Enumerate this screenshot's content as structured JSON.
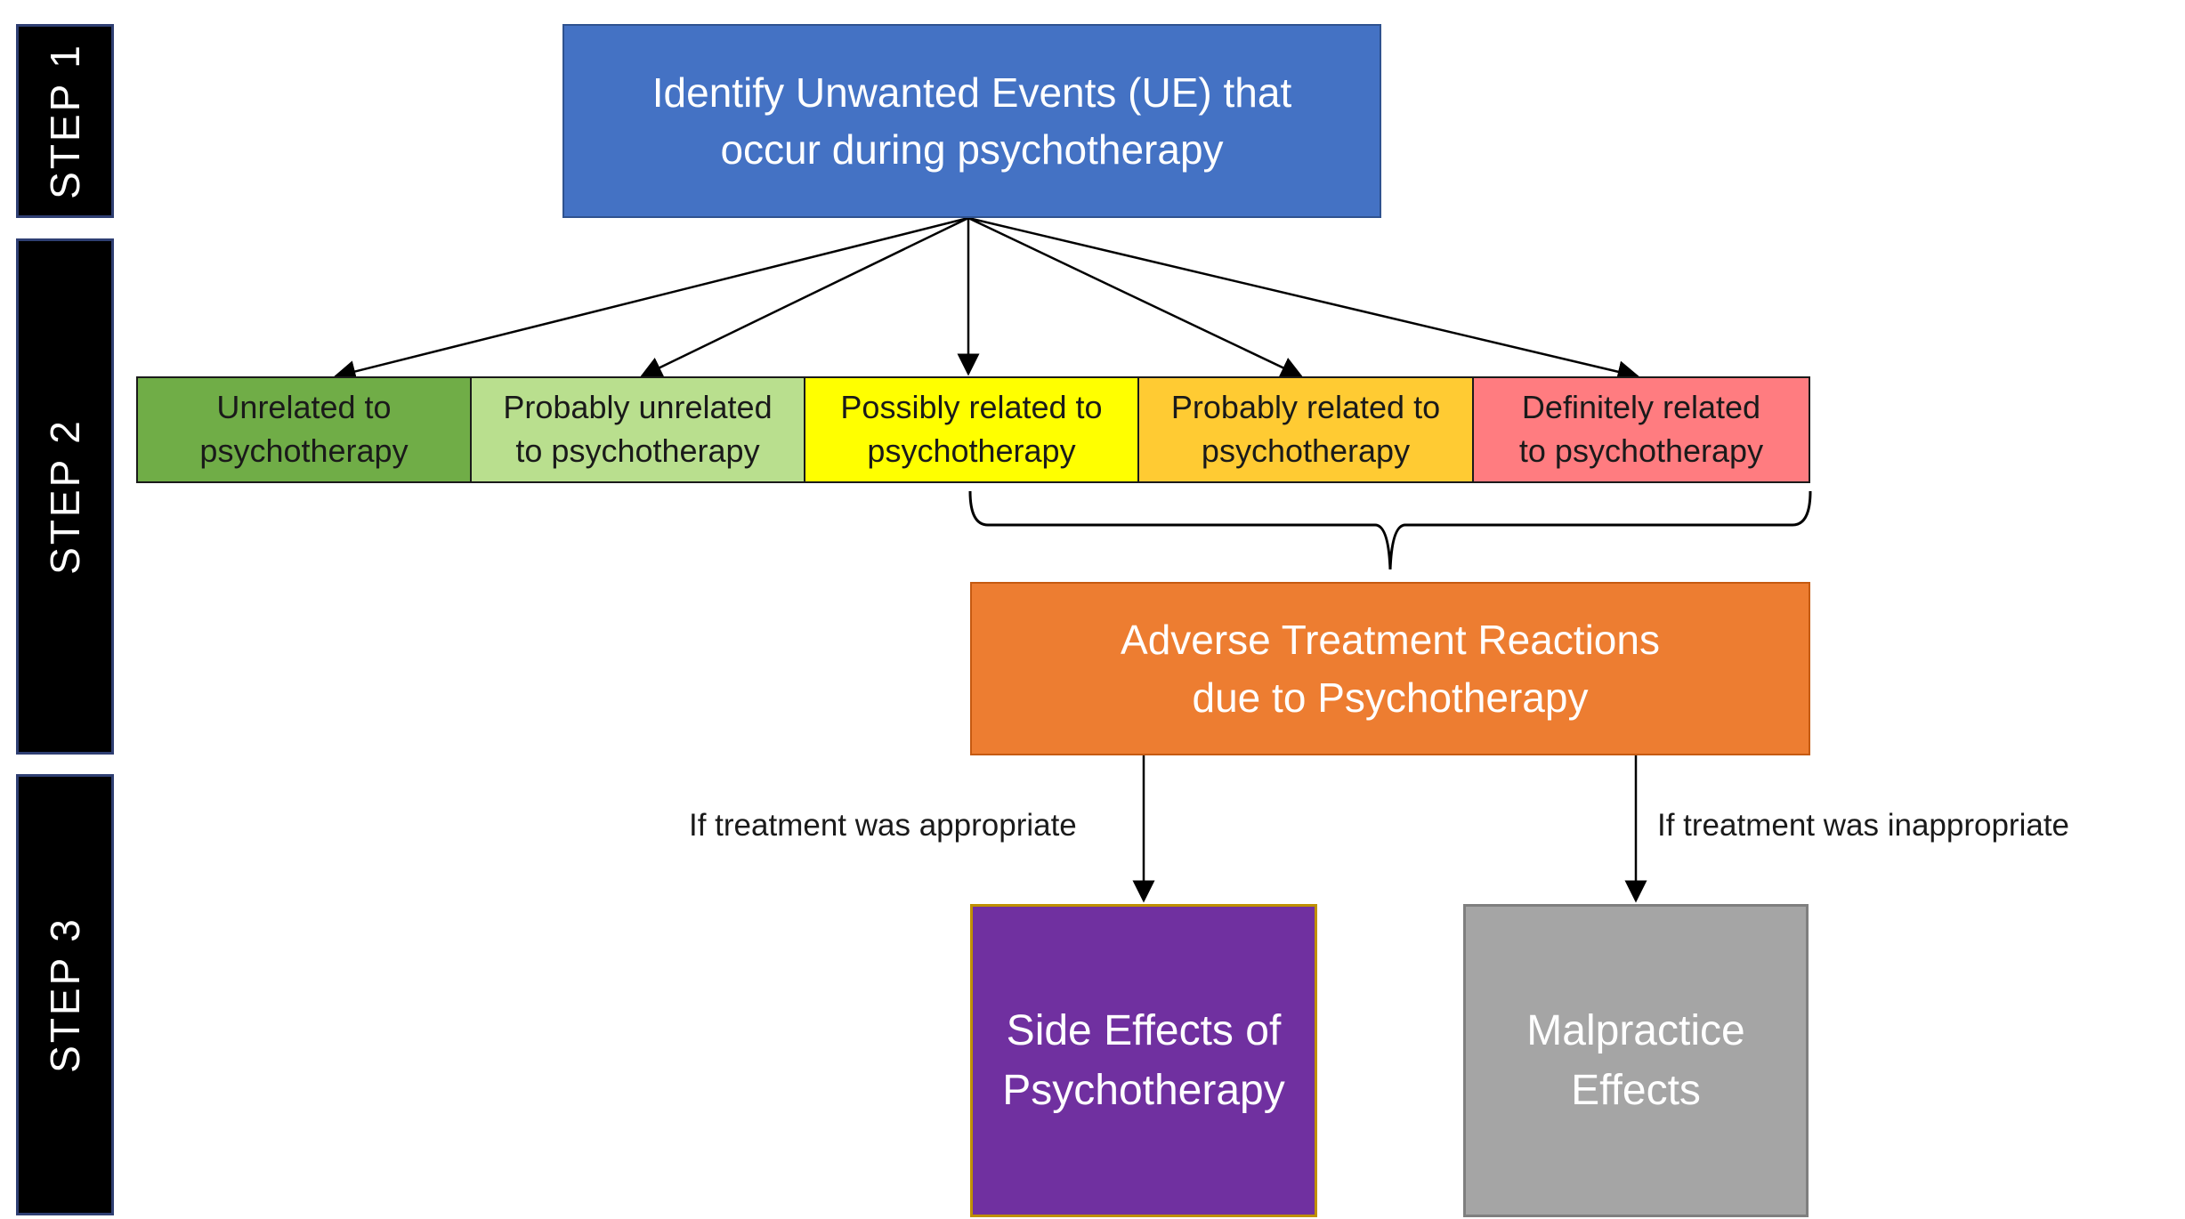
{
  "steps": {
    "step1": "STEP 1",
    "step2": "STEP 2",
    "step3": "STEP 3"
  },
  "top_box": {
    "line1": "Identify Unwanted Events (UE) that",
    "line2": "occur during psychotherapy"
  },
  "categories": [
    {
      "line1": "Unrelated to",
      "line2": "psychotherapy",
      "color": "#70ad47"
    },
    {
      "line1": "Probably unrelated",
      "line2": "to psychotherapy",
      "color": "#b9df8e"
    },
    {
      "line1": "Possibly related to",
      "line2": "psychotherapy",
      "color": "#ffff00"
    },
    {
      "line1": "Probably related to",
      "line2": "psychotherapy",
      "color": "#ffcb33"
    },
    {
      "line1": "Definitely related",
      "line2": "to psychotherapy",
      "color": "#ff7c80"
    }
  ],
  "adverse_box": {
    "line1": "Adverse Treatment Reactions",
    "line2": "due to Psychotherapy"
  },
  "branch_labels": {
    "appropriate": "If treatment was appropriate",
    "inappropriate": "If treatment was inappropriate"
  },
  "side_effects_box": {
    "line1": "Side Effects of",
    "line2": "Psychotherapy"
  },
  "malpractice_box": {
    "line1": "Malpractice",
    "line2": "Effects"
  },
  "colors": {
    "top_box": "#4472c4",
    "adverse_box": "#ed7d31",
    "side_effects_box": "#7030a0",
    "malpractice_box": "#a5a5a5",
    "step_label_bg": "#000000"
  }
}
